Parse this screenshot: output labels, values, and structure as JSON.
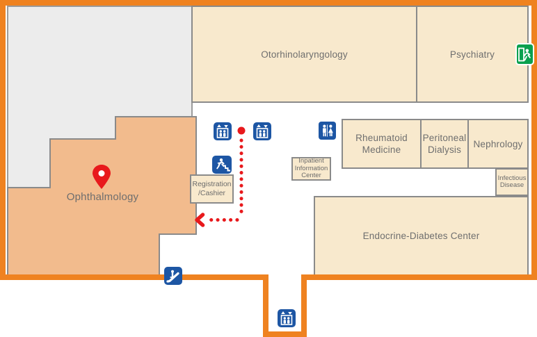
{
  "map_title": "hospital-floor-map",
  "colors": {
    "outline_orange": "#ef8220",
    "room_fill": "#f8e9cd",
    "highlight_room_fill": "#f2bb8d",
    "gray_area_fill": "#ececec",
    "room_border_gray": "#8a8a8a",
    "icon_blue": "#1d56a4",
    "exit_green": "#0aa04e",
    "route_red": "#e8191c",
    "label_text": "#6e6e6e"
  },
  "rooms": {
    "otorhinolaryngology": {
      "label": "Otorhinolaryngology"
    },
    "psychiatry": {
      "label": "Psychiatry"
    },
    "rheumatoid": {
      "line1": "Rheumatoid",
      "line2": "Medicine"
    },
    "peritoneal": {
      "line1": "Peritoneal",
      "line2": "Dialysis"
    },
    "nephrology": {
      "label": "Nephrology"
    },
    "infectious": {
      "line1": "Infectious",
      "line2": "Disease"
    },
    "endocrine": {
      "label": "Endocrine-Diabetes Center"
    },
    "ophthalmology": {
      "label": "Ophthalmology"
    },
    "registration": {
      "line1": "Registration",
      "line2": "/Cashier"
    },
    "inpatient": {
      "line1": "Inpatient",
      "line2": "Information",
      "line3": "Center"
    }
  },
  "icons": {
    "elevator_upper_left": "elevator-icon",
    "elevator_upper_right": "elevator-icon",
    "elevator_bottom": "elevator-icon",
    "restroom": "restroom-icon",
    "stairs": "stairs-icon",
    "escalator": "escalator-icon",
    "emergency_exit": "exit-icon",
    "location_pin": "location-pin-icon"
  }
}
